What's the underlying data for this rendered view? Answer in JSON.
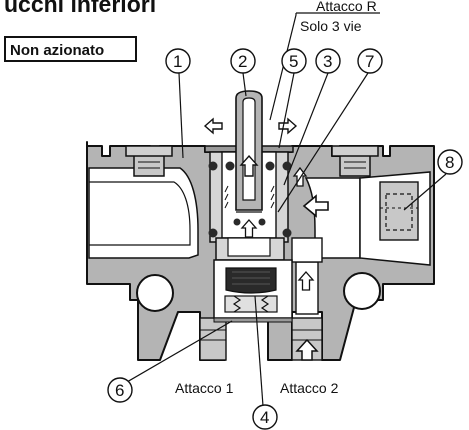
{
  "heading": "ucchi inferiori",
  "state_label": "Non azionato",
  "port_r": {
    "line1": "Attacco R",
    "line2": "Solo 3 vie"
  },
  "ports": {
    "port1": "Attacco 1",
    "port2": "Attacco 2"
  },
  "callouts": [
    "1",
    "2",
    "3",
    "4",
    "5",
    "6",
    "7",
    "8"
  ],
  "colors": {
    "body": "#b4b4b4",
    "line": "#111111",
    "seal": "#2a2a2a",
    "background": "#ffffff"
  },
  "icons": [
    "arrow-left-icon",
    "arrow-right-icon",
    "arrow-up-icon"
  ]
}
